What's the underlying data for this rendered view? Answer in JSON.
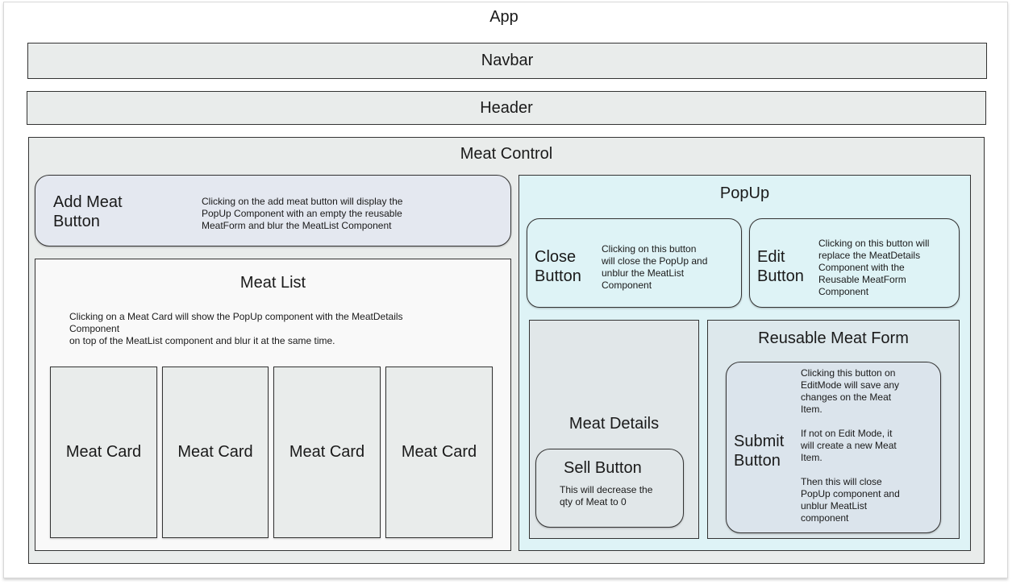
{
  "app": {
    "title": "App"
  },
  "navbar": {
    "label": "Navbar"
  },
  "header": {
    "label": "Header"
  },
  "meat_control": {
    "title": "Meat Control"
  },
  "add_meat_button": {
    "label": "Add Meat\nButton",
    "description": "Clicking on the add meat button will display the\nPopUp Component with an empty the reusable\nMeatForm and blur the MeatList Component"
  },
  "meat_list": {
    "title": "Meat List",
    "description": "Clicking on a Meat Card will show the PopUp component with the MeatDetails\nComponent\non top of the MeatList component and blur it at the same time.",
    "cards": [
      "Meat Card",
      "Meat Card",
      "Meat Card",
      "Meat Card"
    ]
  },
  "popup": {
    "title": "PopUp",
    "close_button": {
      "label": "Close\nButton",
      "description": "Clicking on this button\nwill close the PopUp and\nunblur the MeatList\nComponent"
    },
    "edit_button": {
      "label": "Edit\nButton",
      "description": "Clicking on this button will\nreplace the MeatDetails\nComponent with the\nReusable MeatForm\nComponent"
    },
    "meat_details": {
      "title": "Meat Details",
      "sell_button": {
        "label": "Sell Button",
        "description": "This will decrease the\nqty of Meat to 0"
      }
    },
    "meat_form": {
      "title": "Reusable Meat Form",
      "submit_button": {
        "label": "Submit\nButton",
        "description": "Clicking this button on\nEditMode will save any\nchanges on the Meat\nItem.\n\nIf not on Edit Mode, it\nwill create a new Meat\nItem.\n\nThen this will close\nPopUp component and\nunblur MeatList\ncomponent"
      }
    }
  }
}
